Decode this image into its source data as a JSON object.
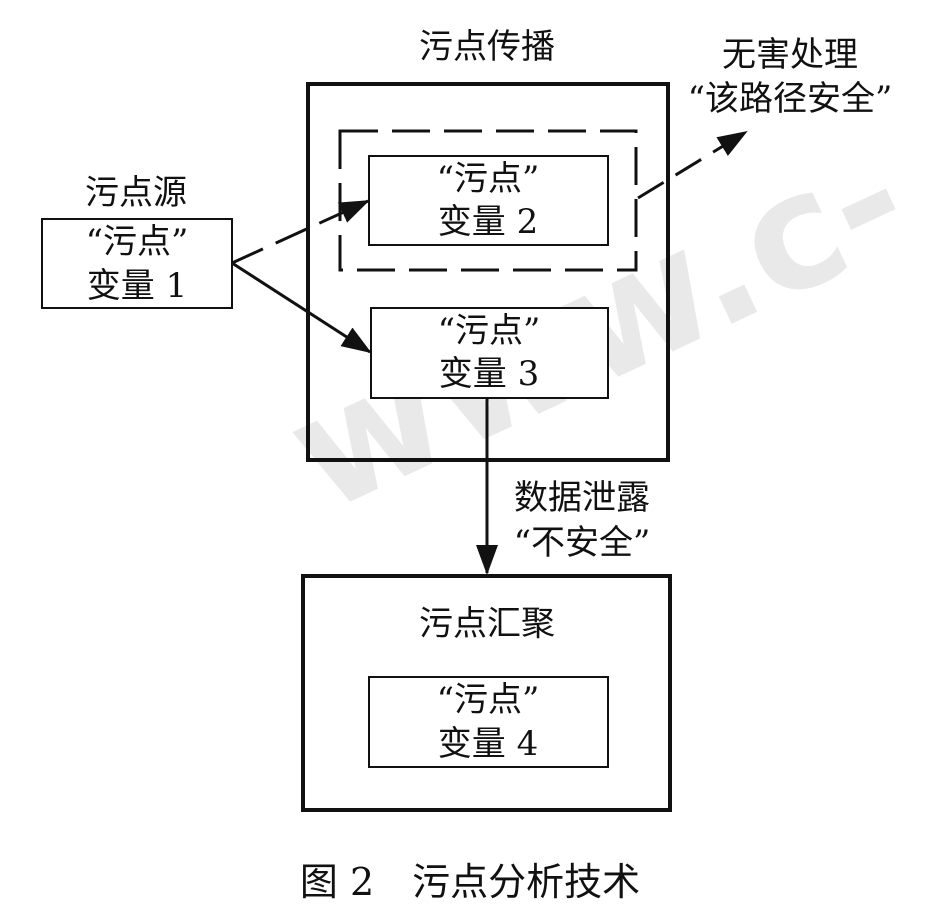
{
  "propagation_label": "污点传播",
  "source_label": "污点源",
  "harmless": {
    "line1": "无害处理",
    "line2": "“该路径安全”"
  },
  "leak": {
    "line1": "数据泄露",
    "line2": "“不安全”"
  },
  "sink_label": "污点汇聚",
  "variables": [
    {
      "quote": "“污点”",
      "name": "变量 1"
    },
    {
      "quote": "“污点”",
      "name": "变量 2"
    },
    {
      "quote": "“污点”",
      "name": "变量 3"
    },
    {
      "quote": "“污点”",
      "name": "变量 4"
    }
  ],
  "caption": "图 2　污点分析技术",
  "watermark": "www.c-"
}
